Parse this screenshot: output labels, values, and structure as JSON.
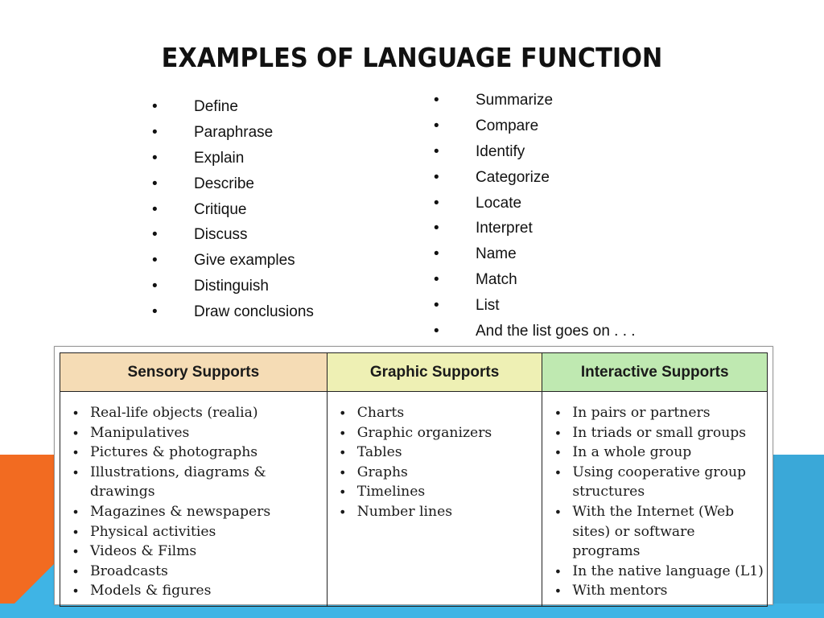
{
  "title": "EXAMPLES OF LANGUAGE FUNCTION",
  "bullet_glyph": "•",
  "left_list": [
    "Define",
    "Paraphrase",
    "Explain",
    "Describe",
    "Critique",
    "Discuss",
    "Give examples",
    "Distinguish",
    "Draw conclusions"
  ],
  "right_list": [
    "Summarize",
    "Compare",
    "Identify",
    "Categorize",
    "Locate",
    "Interpret",
    "Name",
    "Match",
    "List",
    "And the list goes on . . ."
  ],
  "supports_table": {
    "headers": [
      "Sensory Supports",
      "Graphic Supports",
      "Interactive Supports"
    ],
    "sensory": [
      "Real-life objects (realia)",
      "Manipulatives",
      "Pictures & photographs",
      "Illustrations, diagrams & drawings",
      "Magazines & newspapers",
      "Physical activities",
      "Videos & Films",
      "Broadcasts",
      "Models & figures"
    ],
    "graphic": [
      "Charts",
      "Graphic organizers",
      "Tables",
      "Graphs",
      "Timelines",
      "Number lines"
    ],
    "interactive": [
      "In pairs or partners",
      "In triads or small groups",
      "In a whole group",
      "Using cooperative group structures",
      "With the Internet (Web sites) or software programs",
      "In the native language (L1)",
      "With mentors"
    ]
  },
  "colors": {
    "orange_accent": "#f26b21",
    "blue_accent": "#3fb4e5",
    "sensory_header": "#f5dcb5",
    "graphic_header": "#eef0b4",
    "interactive_header": "#bfe9b1"
  }
}
